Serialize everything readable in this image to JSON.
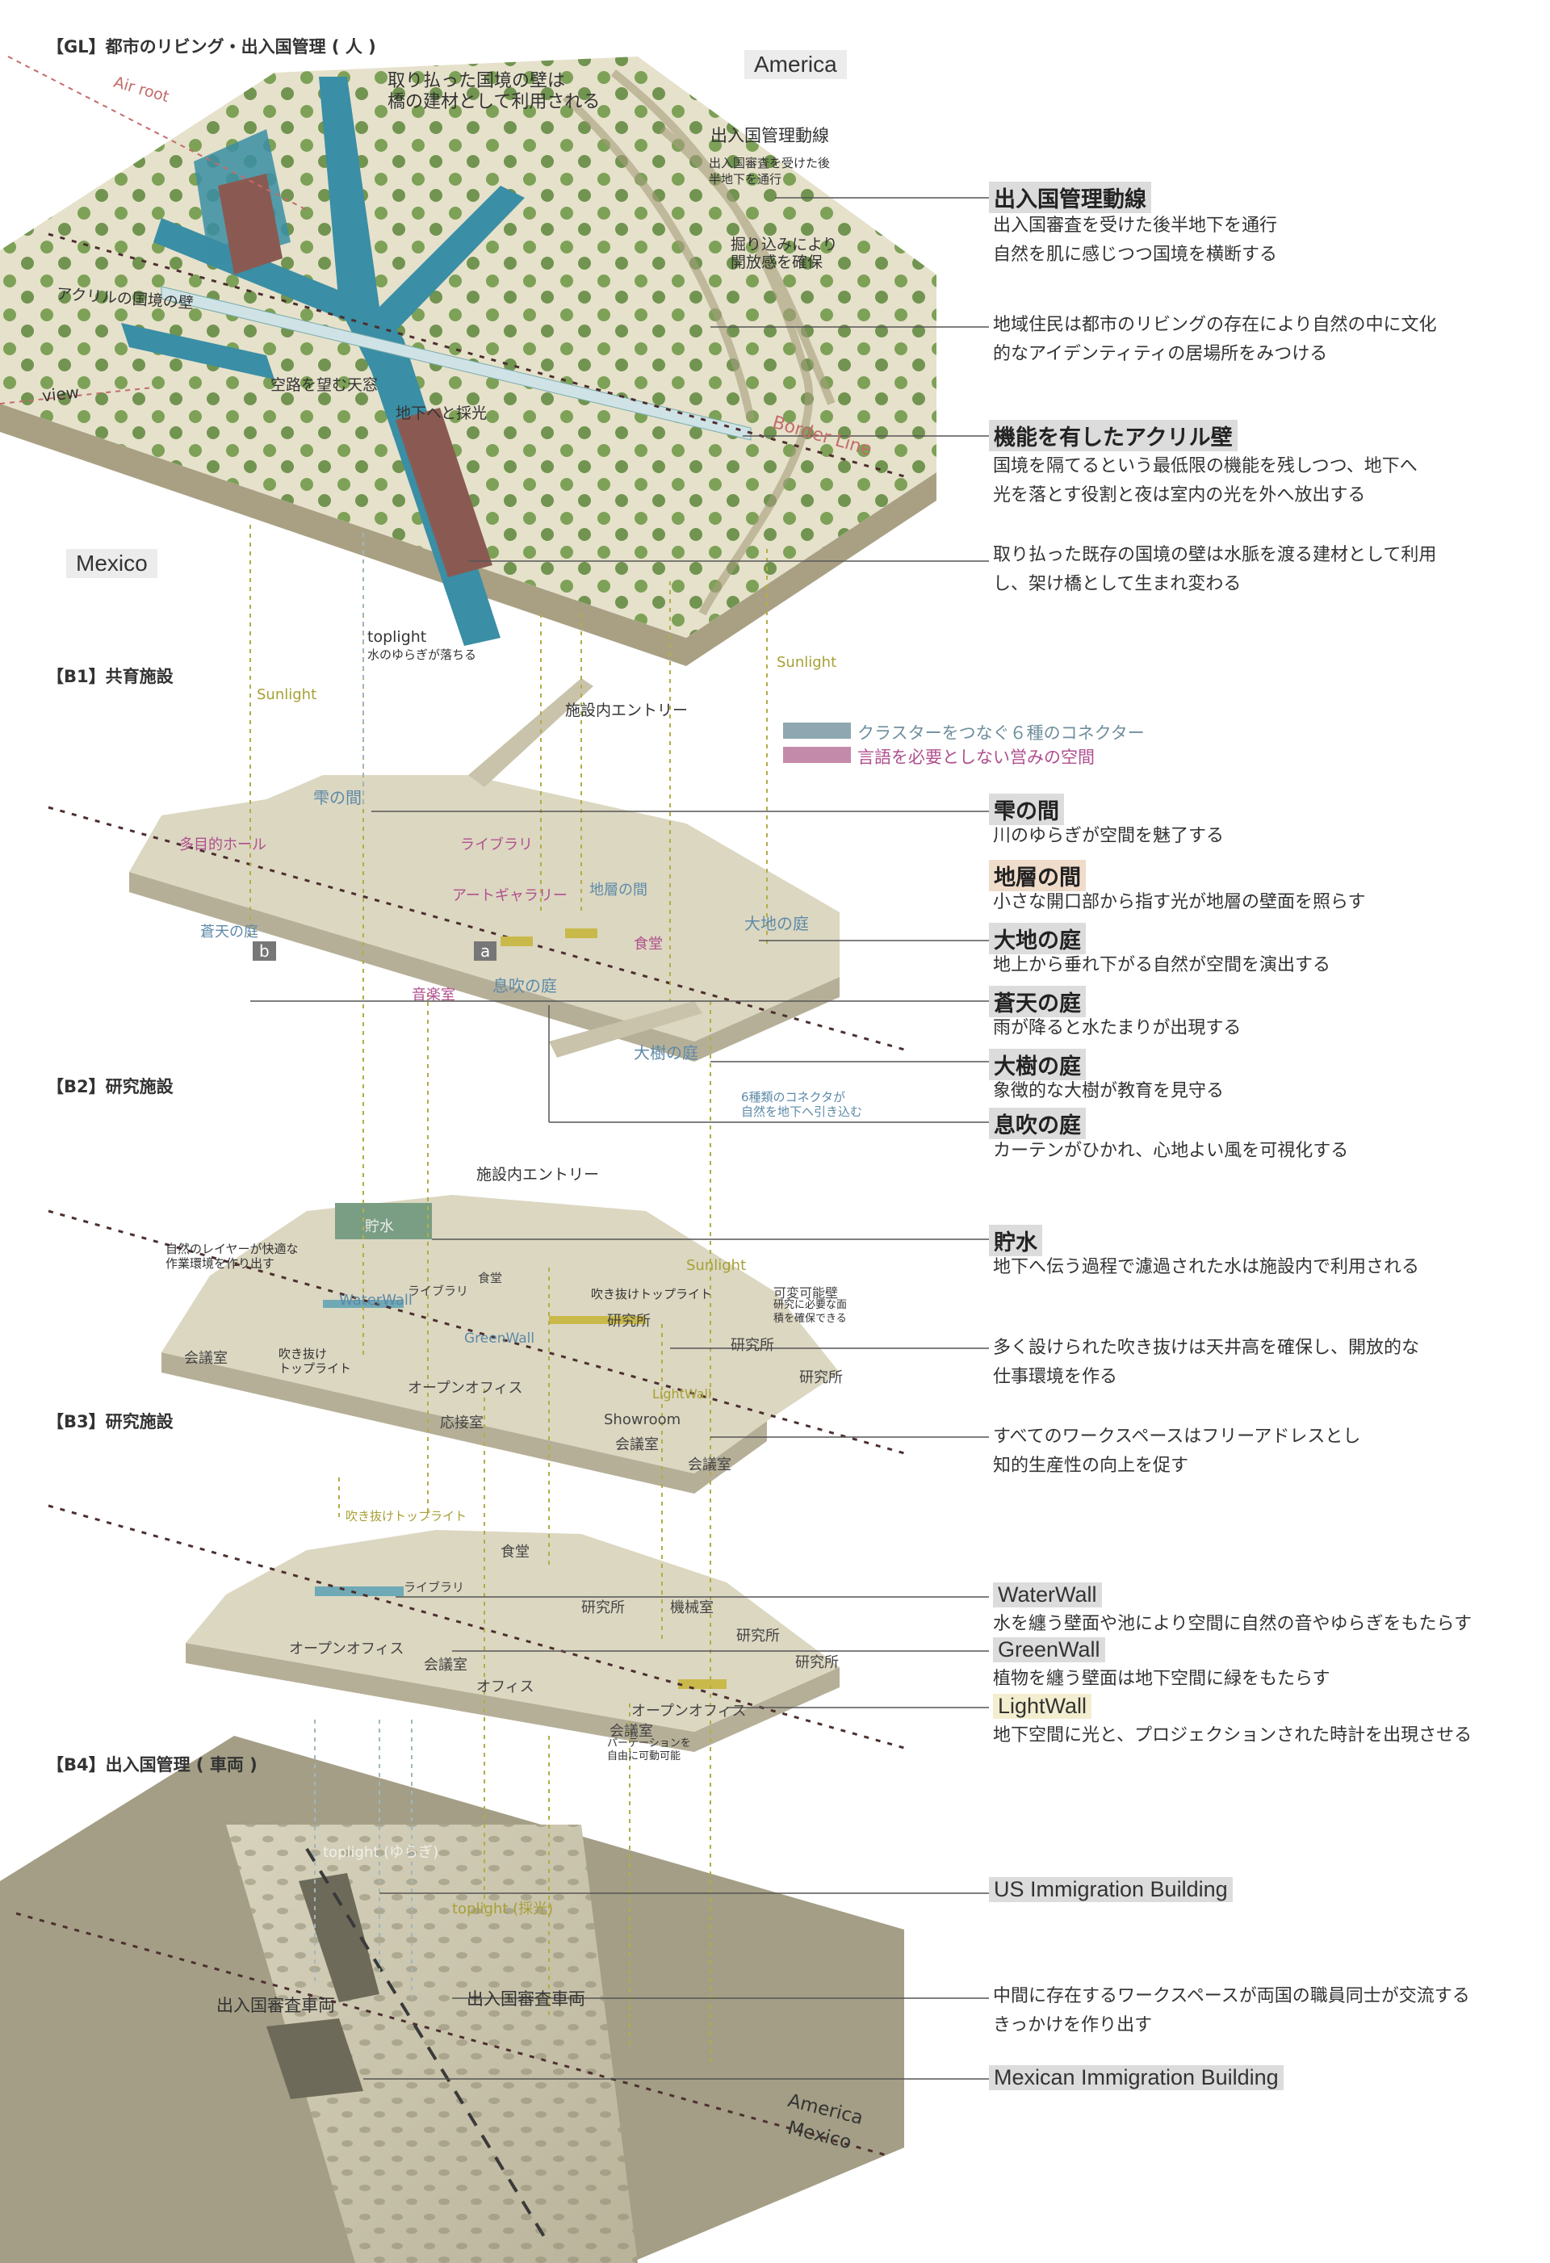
{
  "levels": {
    "gl": "【GL】都市のリビング・出入国管理 ( 人 )",
    "b1": "【B1】共育施設",
    "b2": "【B2】研究施設",
    "b3": "【B3】研究施設",
    "b4": "【B4】出入国管理 ( 車両 )"
  },
  "countries": {
    "america": "America",
    "mexico": "Mexico",
    "america_b4": "America",
    "mexico_b4": "Mexico"
  },
  "gl_labels": {
    "air_root": "Air root",
    "view": "view",
    "border_line": "Border Line",
    "wall_reuse": "取り払った国境の壁は\n橋の建材として利用される",
    "route_label": "出入国管理動線",
    "route_small": "出入国審査を受けた後\n半地下を通行",
    "acrylic_wall": "アクリルの国境の壁",
    "sky_view": "空路を望む天窓",
    "underground_light": "地下へと採光",
    "openness": "掘り込みにより\n開放感を確保",
    "toplight": "toplight",
    "toplight_sub": "水のゆらぎが落ちる",
    "sunlight_left": "Sunlight",
    "sunlight_right": "Sunlight",
    "sunlight_b2": "Sunlight"
  },
  "legend": [
    {
      "color": "#8ea7b0",
      "text": "クラスターをつなぐ６種のコネクター",
      "text_color": "#6f8f9c"
    },
    {
      "color": "#c48aaa",
      "text": "言語を必要としない営みの空間",
      "text_color": "#b0508f"
    }
  ],
  "b1_labels": {
    "entry": "施設内エントリー",
    "shizuku": "雫の間",
    "multi_hall": "多目的ホール",
    "library": "ライブラリ",
    "art_gallery": "アートギャラリー",
    "chiso": "地層の間",
    "daichi": "大地の庭",
    "soten": "蒼天の庭",
    "shokudo": "食堂",
    "ongaku": "音楽室",
    "ibuki": "息吹の庭",
    "taiju": "大樹の庭",
    "marker_a": "a",
    "marker_b": "b",
    "connector_note": "6種類のコネクタが\n自然を地下へ引き込む"
  },
  "b2_labels": {
    "entry": "施設内エントリー",
    "chosui": "貯水",
    "layer_note": "自然のレイヤーが快適な\n作業環境を作り出す",
    "library": "ライブラリ",
    "shokudo": "食堂",
    "waterwall": "WaterWall",
    "fukinuke_top": "吹き抜けトップライト",
    "kahen": "可変可能壁",
    "kahen_sub": "研究に必要な面\n積を確保できる",
    "lab1": "研究所",
    "lab2": "研究所",
    "lab3": "研究所",
    "kaigi1": "会議室",
    "fukinuke": "吹き抜け\nトップライト",
    "greenwall": "GreenWall",
    "open_office": "オープンオフィス",
    "setsugu": "応接室",
    "showroom": "Showroom",
    "kaigi2": "会議室",
    "lightwall": "LightWall",
    "kaigi3": "会議室"
  },
  "b3_labels": {
    "fukinuke_top": "吹き抜けトップライト",
    "shokudo": "食堂",
    "library": "ライブラリ",
    "lab1": "研究所",
    "kikai": "機械室",
    "lab2": "研究所",
    "lab3": "研究所",
    "open_office1": "オープンオフィス",
    "kaigi1": "会議室",
    "office": "オフィス",
    "open_office2": "オープンオフィス",
    "kaigi2": "会議室",
    "partition": "パーテーションを\n自由に可動可能"
  },
  "b4_labels": {
    "toplight_yuragi": "toplight (ゆらぎ)",
    "toplight_saiko": "toplight (採光)",
    "car_check1": "出入国審査車両",
    "car_check2": "出入国審査車両"
  },
  "annotations": [
    {
      "title": "出入国管理動線",
      "style": "gray",
      "body": "出入国審査を受けた後半地下を通行\n自然を肌に感じつつ国境を横断する"
    },
    {
      "title": "",
      "style": "plain",
      "body": "地域住民は都市のリビングの存在により自然の中に文化\n的なアイデンティティの居場所をみつける"
    },
    {
      "title": "機能を有したアクリル壁",
      "style": "gray",
      "body": "国境を隔てるという最低限の機能を残しつつ、地下へ\n光を落とす役割と夜は室内の光を外へ放出する"
    },
    {
      "title": "",
      "style": "plain",
      "body": "取り払った既存の国境の壁は水脈を渡る建材として利用\nし、架け橋として生まれ変わる"
    },
    {
      "title": "雫の間",
      "style": "gray",
      "body": "川のゆらぎが空間を魅了する"
    },
    {
      "title": "地層の間",
      "style": "tan",
      "body": "小さな開口部から指す光が地層の壁面を照らす"
    },
    {
      "title": "大地の庭",
      "style": "gray",
      "body": "地上から垂れ下がる自然が空間を演出する"
    },
    {
      "title": "蒼天の庭",
      "style": "gray",
      "body": "雨が降ると水たまりが出現する"
    },
    {
      "title": "大樹の庭",
      "style": "gray",
      "body": "象徴的な大樹が教育を見守る"
    },
    {
      "title": "息吹の庭",
      "style": "gray",
      "body": "カーテンがひかれ、心地よい風を可視化する"
    },
    {
      "title": "貯水",
      "style": "gray",
      "body": "地下へ伝う過程で濾過された水は施設内で利用される"
    },
    {
      "title": "",
      "style": "plain",
      "body": "多く設けられた吹き抜けは天井高を確保し、開放的な\n仕事環境を作る"
    },
    {
      "title": "",
      "style": "plain",
      "body": "すべてのワークスペースはフリーアドレスとし\n知的生産性の向上を促す"
    },
    {
      "title": "WaterWall",
      "style": "en",
      "body": "水を纏う壁面や池により空間に自然の音やゆらぎをもたらす"
    },
    {
      "title": "GreenWall",
      "style": "en",
      "body": "植物を纏う壁面は地下空間に緑をもたらす"
    },
    {
      "title": "LightWall",
      "style": "en-light",
      "body": "地下空間に光と、プロジェクションされた時計を出現させる"
    },
    {
      "title": "US Immigration Building",
      "style": "en",
      "body": ""
    },
    {
      "title": "",
      "style": "plain",
      "body": "中間に存在するワークスペースが両国の職員同士が交流する\nきっかけを作り出す"
    },
    {
      "title": "Mexican Immigration Building",
      "style": "en",
      "body": ""
    }
  ],
  "colors": {
    "slab": "#ddd8c3",
    "slab_dark": "#b7b09a",
    "ground": "#e9e4cf",
    "water": "#3a8ea5",
    "bridge": "#8a5a52",
    "tree": "#5f8a3b",
    "sun_line": "#b3ad45",
    "b4_ground": "#a39e85"
  }
}
